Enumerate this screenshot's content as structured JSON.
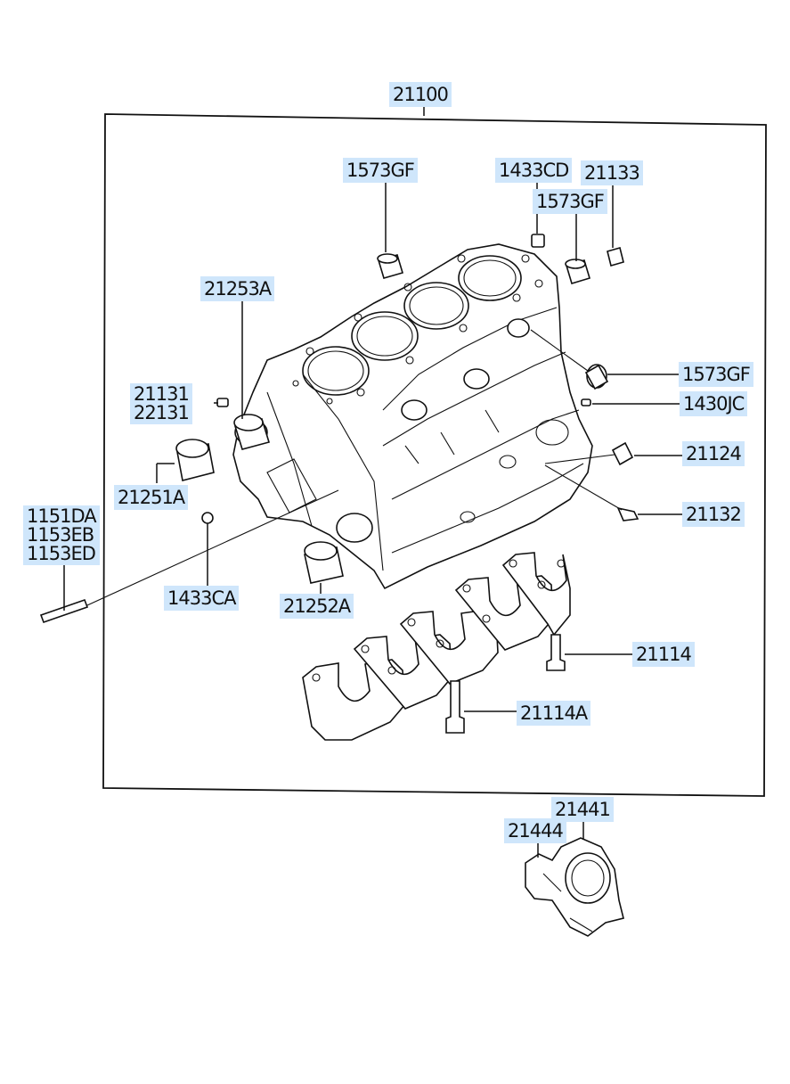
{
  "diagram": {
    "assembly_label": "21100",
    "callouts": {
      "p1573gf_top": "1573GF",
      "p1433cd": "1433CD",
      "p21133": "21133",
      "p1573gf_mid": "1573GF",
      "p21253a": "21253A",
      "p1573gf_right": "1573GF",
      "p21131": "21131",
      "p22131": "22131",
      "p1430jc": "1430JC",
      "p21124": "21124",
      "p21251a": "21251A",
      "p21132": "21132",
      "p1151da": "1151DA",
      "p1153eb": "1153EB",
      "p1153ed": "1153ED",
      "p1433ca": "1433CA",
      "p21252a": "21252A",
      "p21114": "21114",
      "p21114a": "21114A",
      "p21441": "21441",
      "p21444": "21444"
    }
  },
  "colors": {
    "label_bg": "#cfe6fb",
    "line": "#111111"
  }
}
